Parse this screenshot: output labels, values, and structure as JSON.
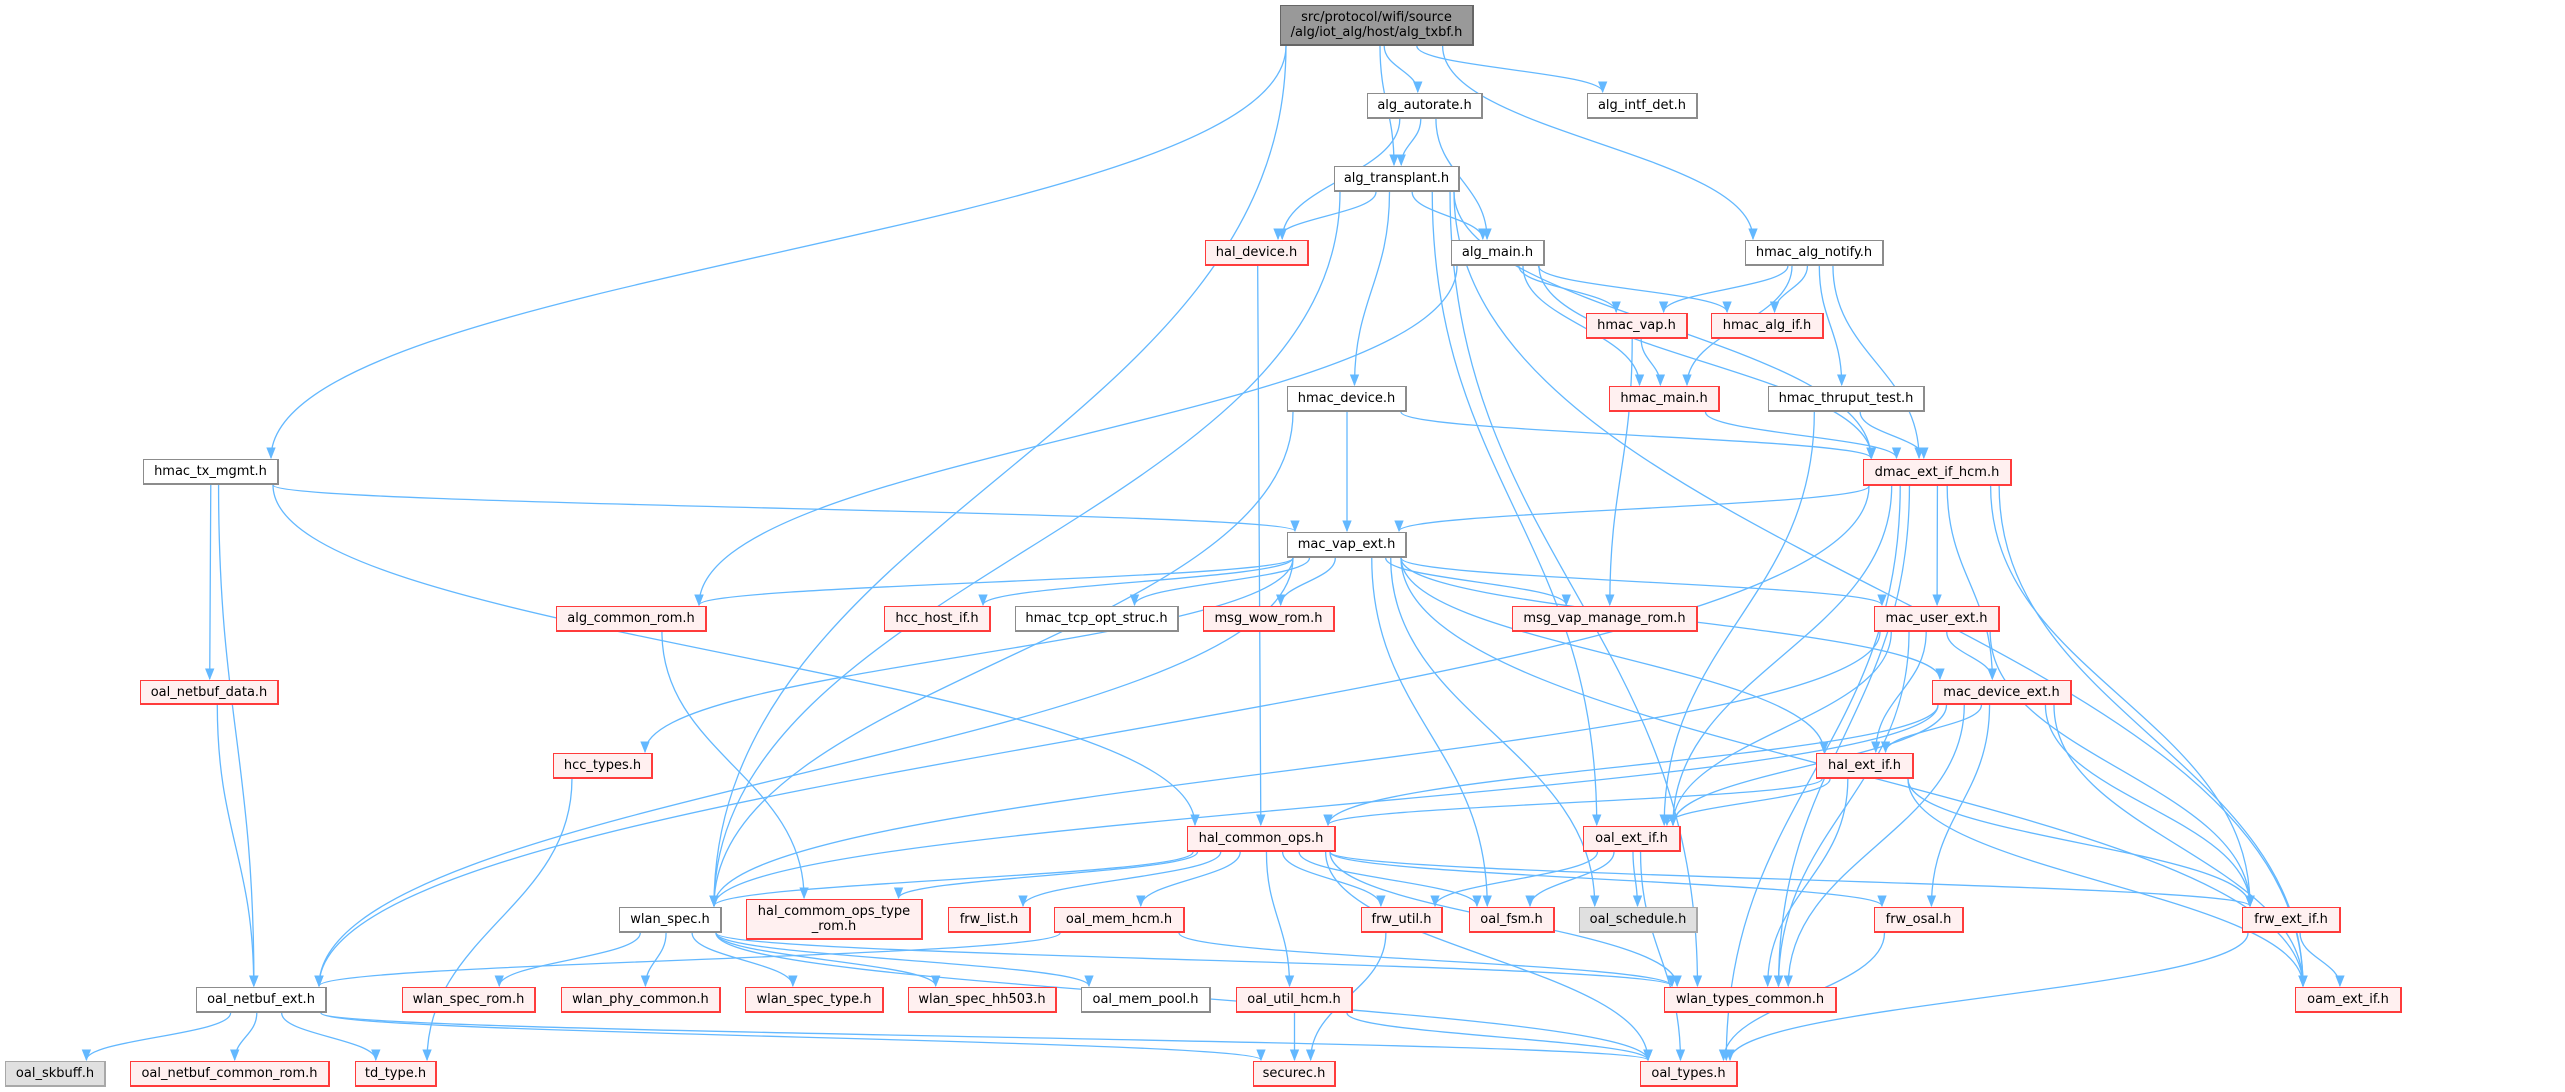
{
  "colors": {
    "edge": "#63b8ff",
    "root_fill": "#999999",
    "red_border": "#ff3b3b",
    "red_fill": "#fff0f0",
    "gray_fill": "#e0e0e0"
  },
  "nodes": {
    "root": {
      "label": "src/protocol/wifi/source\n/alg/iot_alg/host/alg_txbf.h",
      "kind": "root"
    },
    "alg_autorate": {
      "label": "alg_autorate.h",
      "kind": "normal"
    },
    "alg_intf_det": {
      "label": "alg_intf_det.h",
      "kind": "normal"
    },
    "alg_transplant": {
      "label": "alg_transplant.h",
      "kind": "normal"
    },
    "hal_device": {
      "label": "hal_device.h",
      "kind": "red"
    },
    "alg_main": {
      "label": "alg_main.h",
      "kind": "normal"
    },
    "hmac_alg_notify": {
      "label": "hmac_alg_notify.h",
      "kind": "normal"
    },
    "hmac_vap": {
      "label": "hmac_vap.h",
      "kind": "red"
    },
    "hmac_alg_if": {
      "label": "hmac_alg_if.h",
      "kind": "red"
    },
    "hmac_device": {
      "label": "hmac_device.h",
      "kind": "normal"
    },
    "hmac_main": {
      "label": "hmac_main.h",
      "kind": "red"
    },
    "hmac_thruput_test": {
      "label": "hmac_thruput_test.h",
      "kind": "normal"
    },
    "dmac_ext_if_hcm": {
      "label": "dmac_ext_if_hcm.h",
      "kind": "red"
    },
    "hmac_tx_mgmt": {
      "label": "hmac_tx_mgmt.h",
      "kind": "normal"
    },
    "mac_vap_ext": {
      "label": "mac_vap_ext.h",
      "kind": "normal"
    },
    "alg_common_rom": {
      "label": "alg_common_rom.h",
      "kind": "red"
    },
    "hcc_host_if": {
      "label": "hcc_host_if.h",
      "kind": "red"
    },
    "hmac_tcp_opt_struc": {
      "label": "hmac_tcp_opt_struc.h",
      "kind": "normal"
    },
    "msg_wow_rom": {
      "label": "msg_wow_rom.h",
      "kind": "red"
    },
    "msg_vap_manage_rom": {
      "label": "msg_vap_manage_rom.h",
      "kind": "red"
    },
    "mac_user_ext": {
      "label": "mac_user_ext.h",
      "kind": "red"
    },
    "oal_netbuf_data": {
      "label": "oal_netbuf_data.h",
      "kind": "red"
    },
    "mac_device_ext": {
      "label": "mac_device_ext.h",
      "kind": "red"
    },
    "hcc_types": {
      "label": "hcc_types.h",
      "kind": "red"
    },
    "hal_ext_if": {
      "label": "hal_ext_if.h",
      "kind": "red"
    },
    "hal_common_ops": {
      "label": "hal_common_ops.h",
      "kind": "red"
    },
    "oal_ext_if": {
      "label": "oal_ext_if.h",
      "kind": "red"
    },
    "wlan_spec": {
      "label": "wlan_spec.h",
      "kind": "normal"
    },
    "hal_commom_ops_type_rom": {
      "label": "hal_commom_ops_type\n_rom.h",
      "kind": "red"
    },
    "frw_list": {
      "label": "frw_list.h",
      "kind": "red"
    },
    "oal_mem_hcm": {
      "label": "oal_mem_hcm.h",
      "kind": "red"
    },
    "frw_util": {
      "label": "frw_util.h",
      "kind": "red"
    },
    "oal_fsm": {
      "label": "oal_fsm.h",
      "kind": "red"
    },
    "oal_schedule": {
      "label": "oal_schedule.h",
      "kind": "gray"
    },
    "frw_osal": {
      "label": "frw_osal.h",
      "kind": "red"
    },
    "frw_ext_if": {
      "label": "frw_ext_if.h",
      "kind": "red"
    },
    "oal_netbuf_ext": {
      "label": "oal_netbuf_ext.h",
      "kind": "normal"
    },
    "wlan_spec_rom": {
      "label": "wlan_spec_rom.h",
      "kind": "red"
    },
    "wlan_phy_common": {
      "label": "wlan_phy_common.h",
      "kind": "red"
    },
    "wlan_spec_type": {
      "label": "wlan_spec_type.h",
      "kind": "red"
    },
    "wlan_spec_hh503": {
      "label": "wlan_spec_hh503.h",
      "kind": "red"
    },
    "oal_mem_pool": {
      "label": "oal_mem_pool.h",
      "kind": "normal"
    },
    "oal_util_hcm": {
      "label": "oal_util_hcm.h",
      "kind": "red"
    },
    "wlan_types_common": {
      "label": "wlan_types_common.h",
      "kind": "red"
    },
    "oam_ext_if": {
      "label": "oam_ext_if.h",
      "kind": "red"
    },
    "oal_skbuff": {
      "label": "oal_skbuff.h",
      "kind": "gray"
    },
    "oal_netbuf_common_rom": {
      "label": "oal_netbuf_common_rom.h",
      "kind": "red"
    },
    "td_type": {
      "label": "td_type.h",
      "kind": "red"
    },
    "securec": {
      "label": "securec.h",
      "kind": "red"
    },
    "oal_types": {
      "label": "oal_types.h",
      "kind": "red"
    }
  },
  "edges": [
    [
      "root",
      "hmac_tx_mgmt"
    ],
    [
      "root",
      "wlan_spec"
    ],
    [
      "root",
      "alg_transplant"
    ],
    [
      "root",
      "alg_autorate"
    ],
    [
      "root",
      "hmac_alg_notify"
    ],
    [
      "root",
      "alg_intf_det"
    ],
    [
      "alg_autorate",
      "hal_device"
    ],
    [
      "alg_autorate",
      "alg_transplant"
    ],
    [
      "alg_autorate",
      "alg_main"
    ],
    [
      "alg_transplant",
      "hal_device"
    ],
    [
      "alg_transplant",
      "alg_main"
    ],
    [
      "alg_transplant",
      "hmac_device"
    ],
    [
      "alg_transplant",
      "oal_ext_if"
    ],
    [
      "alg_transplant",
      "wlan_spec"
    ],
    [
      "alg_transplant",
      "dmac_ext_if_hcm"
    ],
    [
      "alg_transplant",
      "wlan_types_common"
    ],
    [
      "alg_transplant",
      "oam_ext_if"
    ],
    [
      "hal_device",
      "hal_common_ops"
    ],
    [
      "alg_main",
      "hmac_vap"
    ],
    [
      "alg_main",
      "hmac_alg_if"
    ],
    [
      "alg_main",
      "hmac_main"
    ],
    [
      "alg_main",
      "dmac_ext_if_hcm"
    ],
    [
      "alg_main",
      "alg_common_rom"
    ],
    [
      "hmac_alg_notify",
      "hmac_vap"
    ],
    [
      "hmac_alg_notify",
      "hmac_alg_if"
    ],
    [
      "hmac_alg_notify",
      "hmac_main"
    ],
    [
      "hmac_alg_notify",
      "hmac_thruput_test"
    ],
    [
      "hmac_alg_notify",
      "dmac_ext_if_hcm"
    ],
    [
      "hmac_vap",
      "hmac_main"
    ],
    [
      "hmac_vap",
      "msg_vap_manage_rom"
    ],
    [
      "hmac_main",
      "dmac_ext_if_hcm"
    ],
    [
      "hmac_thruput_test",
      "dmac_ext_if_hcm"
    ],
    [
      "hmac_thruput_test",
      "oal_ext_if"
    ],
    [
      "hmac_device",
      "dmac_ext_if_hcm"
    ],
    [
      "hmac_device",
      "mac_vap_ext"
    ],
    [
      "hmac_device",
      "wlan_spec"
    ],
    [
      "hmac_tx_mgmt",
      "mac_vap_ext"
    ],
    [
      "hmac_tx_mgmt",
      "oal_netbuf_data"
    ],
    [
      "hmac_tx_mgmt",
      "oal_netbuf_ext"
    ],
    [
      "hmac_tx_mgmt",
      "hal_common_ops"
    ],
    [
      "dmac_ext_if_hcm",
      "mac_vap_ext"
    ],
    [
      "dmac_ext_if_hcm",
      "oal_netbuf_ext"
    ],
    [
      "dmac_ext_if_hcm",
      "mac_user_ext"
    ],
    [
      "dmac_ext_if_hcm",
      "mac_device_ext"
    ],
    [
      "dmac_ext_if_hcm",
      "oal_ext_if"
    ],
    [
      "dmac_ext_if_hcm",
      "frw_ext_if"
    ],
    [
      "dmac_ext_if_hcm",
      "oam_ext_if"
    ],
    [
      "dmac_ext_if_hcm",
      "oal_types"
    ],
    [
      "dmac_ext_if_hcm",
      "wlan_types_common"
    ],
    [
      "mac_vap_ext",
      "alg_common_rom"
    ],
    [
      "mac_vap_ext",
      "hcc_host_if"
    ],
    [
      "mac_vap_ext",
      "hmac_tcp_opt_struc"
    ],
    [
      "mac_vap_ext",
      "msg_wow_rom"
    ],
    [
      "mac_vap_ext",
      "msg_vap_manage_rom"
    ],
    [
      "mac_vap_ext",
      "mac_user_ext"
    ],
    [
      "mac_vap_ext",
      "mac_device_ext"
    ],
    [
      "mac_vap_ext",
      "hal_ext_if"
    ],
    [
      "mac_vap_ext",
      "oal_fsm"
    ],
    [
      "mac_vap_ext",
      "oal_schedule"
    ],
    [
      "mac_vap_ext",
      "oal_netbuf_ext"
    ],
    [
      "mac_vap_ext",
      "hcc_types"
    ],
    [
      "mac_vap_ext",
      "oam_ext_if"
    ],
    [
      "alg_common_rom",
      "hal_commom_ops_type_rom"
    ],
    [
      "oal_netbuf_data",
      "oal_netbuf_ext"
    ],
    [
      "hcc_types",
      "td_type"
    ],
    [
      "mac_user_ext",
      "mac_device_ext"
    ],
    [
      "mac_user_ext",
      "hal_ext_if"
    ],
    [
      "mac_user_ext",
      "oal_ext_if"
    ],
    [
      "mac_user_ext",
      "wlan_spec"
    ],
    [
      "mac_user_ext",
      "wlan_types_common"
    ],
    [
      "mac_user_ext",
      "frw_ext_if"
    ],
    [
      "mac_device_ext",
      "hal_ext_if"
    ],
    [
      "mac_device_ext",
      "hal_common_ops"
    ],
    [
      "mac_device_ext",
      "oal_ext_if"
    ],
    [
      "mac_device_ext",
      "wlan_spec"
    ],
    [
      "mac_device_ext",
      "wlan_types_common"
    ],
    [
      "mac_device_ext",
      "frw_osal"
    ],
    [
      "mac_device_ext",
      "frw_ext_if"
    ],
    [
      "mac_device_ext",
      "oam_ext_if"
    ],
    [
      "hal_ext_if",
      "hal_common_ops"
    ],
    [
      "hal_ext_if",
      "oal_ext_if"
    ],
    [
      "hal_ext_if",
      "wlan_types_common"
    ],
    [
      "hal_ext_if",
      "frw_ext_if"
    ],
    [
      "hal_ext_if",
      "oam_ext_if"
    ],
    [
      "hal_common_ops",
      "wlan_spec"
    ],
    [
      "hal_common_ops",
      "hal_commom_ops_type_rom"
    ],
    [
      "hal_common_ops",
      "frw_list"
    ],
    [
      "hal_common_ops",
      "oal_mem_hcm"
    ],
    [
      "hal_common_ops",
      "frw_util"
    ],
    [
      "hal_common_ops",
      "oal_fsm"
    ],
    [
      "hal_common_ops",
      "oal_util_hcm"
    ],
    [
      "hal_common_ops",
      "oal_types"
    ],
    [
      "hal_common_ops",
      "wlan_types_common"
    ],
    [
      "hal_common_ops",
      "frw_osal"
    ],
    [
      "hal_common_ops",
      "frw_ext_if"
    ],
    [
      "oal_ext_if",
      "frw_util"
    ],
    [
      "oal_ext_if",
      "oal_fsm"
    ],
    [
      "oal_ext_if",
      "oal_schedule"
    ],
    [
      "oal_ext_if",
      "oal_types"
    ],
    [
      "wlan_spec",
      "wlan_spec_rom"
    ],
    [
      "wlan_spec",
      "wlan_phy_common"
    ],
    [
      "wlan_spec",
      "wlan_spec_type"
    ],
    [
      "wlan_spec",
      "wlan_spec_hh503"
    ],
    [
      "wlan_spec",
      "oal_mem_pool"
    ],
    [
      "wlan_spec",
      "wlan_types_common"
    ],
    [
      "wlan_spec",
      "oal_types"
    ],
    [
      "oal_mem_hcm",
      "oal_netbuf_ext"
    ],
    [
      "oal_mem_hcm",
      "wlan_types_common"
    ],
    [
      "frw_util",
      "securec"
    ],
    [
      "frw_osal",
      "oal_types"
    ],
    [
      "frw_ext_if",
      "oam_ext_if"
    ],
    [
      "frw_ext_if",
      "oal_types"
    ],
    [
      "oal_util_hcm",
      "securec"
    ],
    [
      "oal_util_hcm",
      "oal_types"
    ],
    [
      "oal_netbuf_ext",
      "oal_skbuff"
    ],
    [
      "oal_netbuf_ext",
      "oal_netbuf_common_rom"
    ],
    [
      "oal_netbuf_ext",
      "td_type"
    ],
    [
      "oal_netbuf_ext",
      "securec"
    ],
    [
      "oal_netbuf_ext",
      "oal_types"
    ]
  ]
}
